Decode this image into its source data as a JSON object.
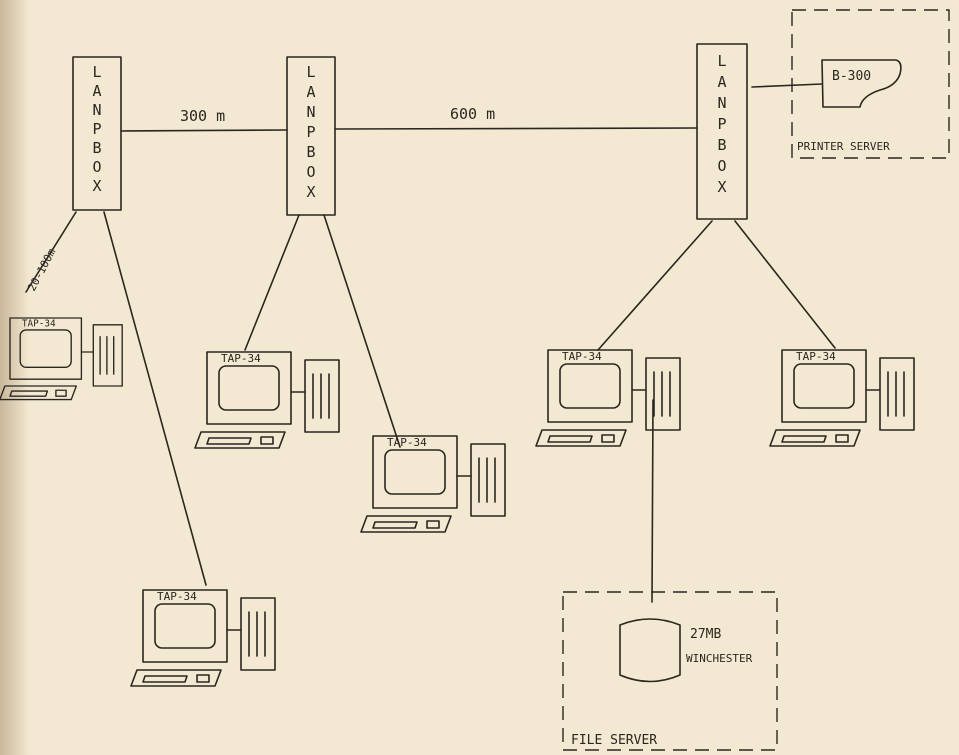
{
  "lanpox_letters": [
    "L",
    "A",
    "N",
    "P",
    "B",
    "O",
    "X"
  ],
  "distances": {
    "left_link": "300 m",
    "right_link": "600 m",
    "drop": "20-100m"
  },
  "terminal_label": "TAP-34",
  "printer": {
    "device": "B-300",
    "server_label": "PRINTER SERVER"
  },
  "file_server": {
    "capacity": "27MB",
    "drive": "WINCHESTER",
    "server_label": "FILE SERVER"
  }
}
